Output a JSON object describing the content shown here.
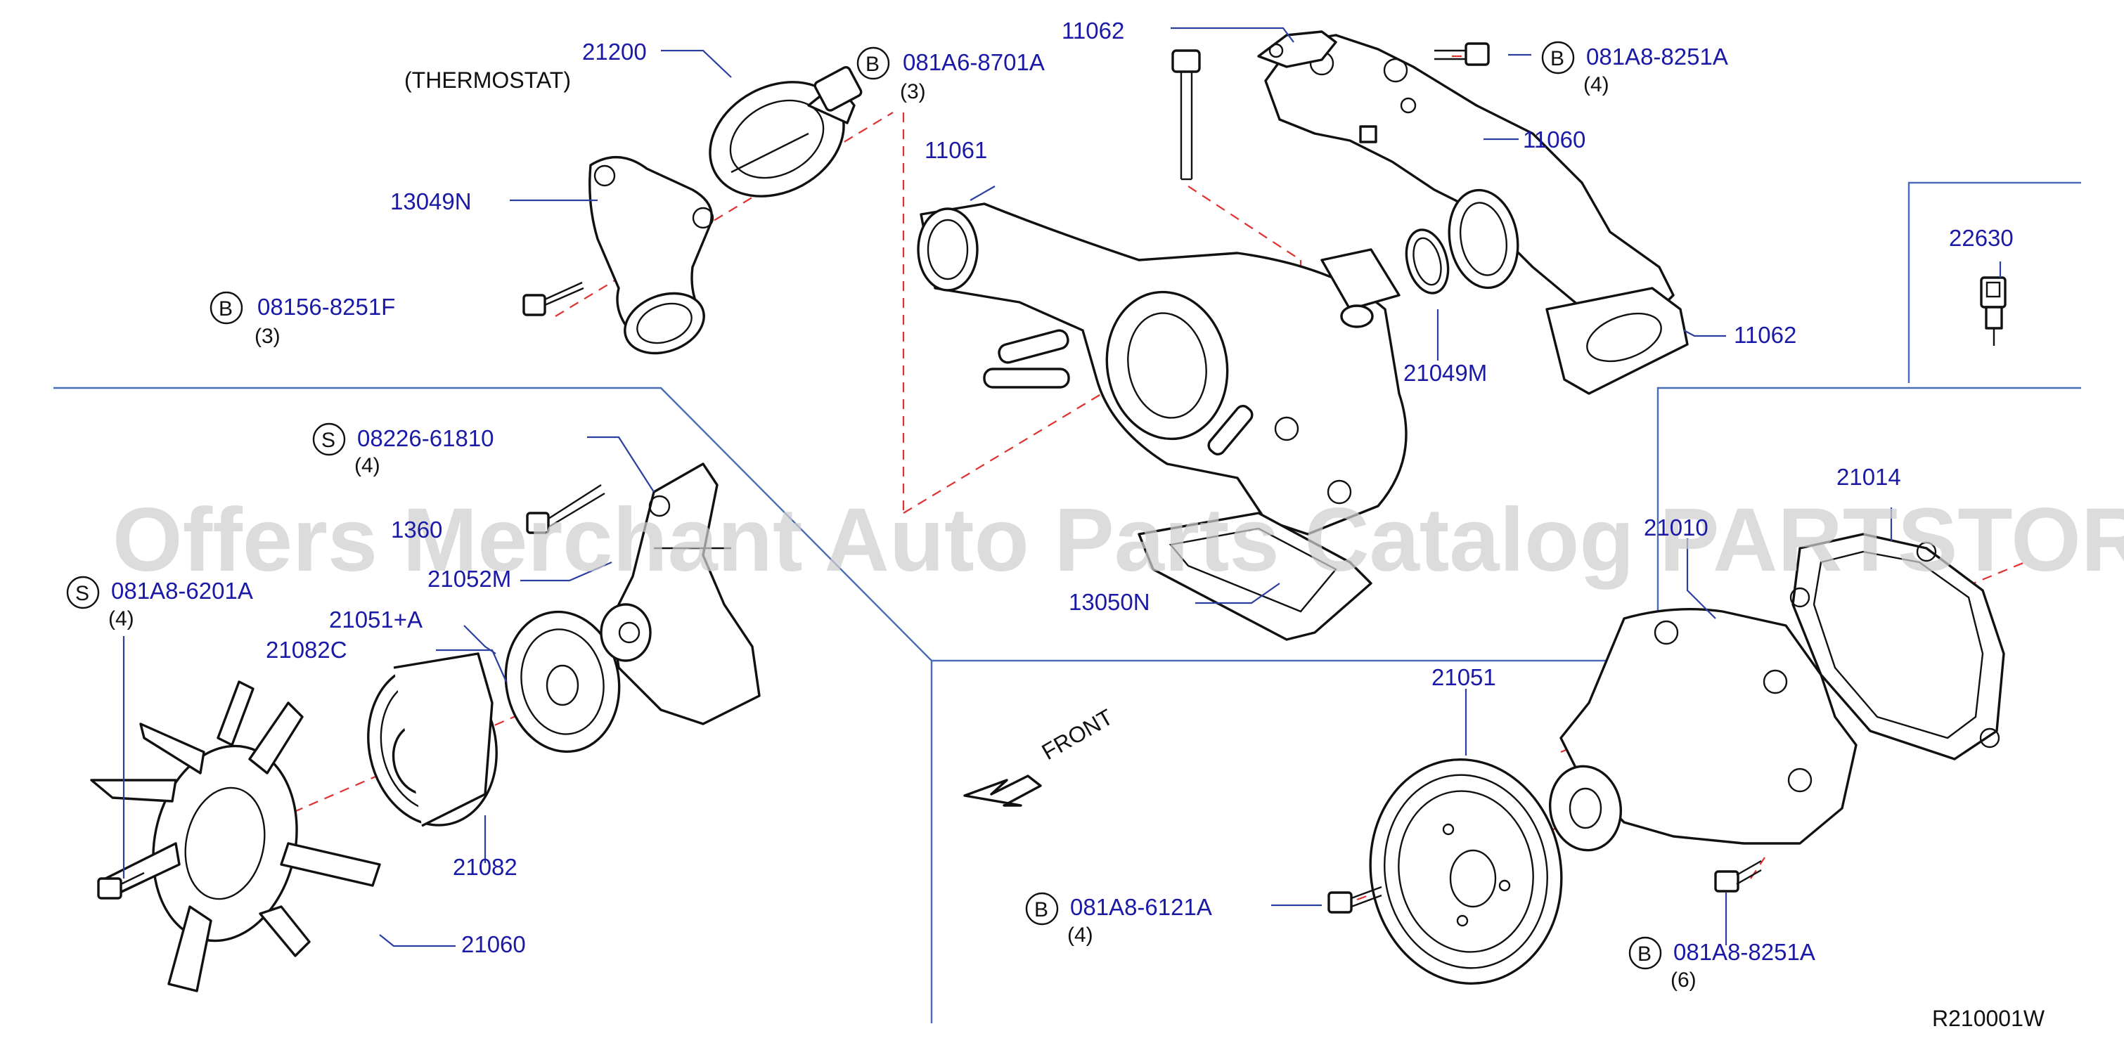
{
  "watermark": "Offers Merchant Auto Parts Catalog PARTSTORE.SA",
  "diagram_code": "R210001W",
  "front_label": "FRONT",
  "thermostat_caption": "(THERMOSTAT)",
  "callouts": [
    {
      "id": "21200",
      "number": "21200"
    },
    {
      "id": "081A6-8701A",
      "prefix": "B",
      "number": "081A6-8701A",
      "qty": "(3)"
    },
    {
      "id": "11062-top",
      "number": "11062"
    },
    {
      "id": "081A8-8251A-top",
      "prefix": "B",
      "number": "081A8-8251A",
      "qty": "(4)"
    },
    {
      "id": "11060",
      "number": "11060"
    },
    {
      "id": "11061",
      "number": "11061"
    },
    {
      "id": "13049N",
      "number": "13049N"
    },
    {
      "id": "08156-8251F",
      "prefix": "B",
      "number": "08156-8251F",
      "qty": "(3)"
    },
    {
      "id": "22630",
      "number": "22630"
    },
    {
      "id": "11062-right",
      "number": "11062"
    },
    {
      "id": "21049M",
      "number": "21049M"
    },
    {
      "id": "08226-61810",
      "prefix": "S",
      "number": "08226-61810",
      "qty": "(4)"
    },
    {
      "id": "1360-partial",
      "number": "1360"
    },
    {
      "id": "21052M",
      "number": "21052M"
    },
    {
      "id": "081A8-6201A",
      "prefix": "S",
      "number": "081A8-6201A",
      "qty": "(4)"
    },
    {
      "id": "21051+A",
      "number": "21051+A"
    },
    {
      "id": "21082C",
      "number": "21082C"
    },
    {
      "id": "21082",
      "number": "21082"
    },
    {
      "id": "21060",
      "number": "21060"
    },
    {
      "id": "13050N",
      "number": "13050N"
    },
    {
      "id": "21014",
      "number": "21014"
    },
    {
      "id": "21010",
      "number": "21010"
    },
    {
      "id": "21051",
      "number": "21051"
    },
    {
      "id": "081A8-6121A",
      "prefix": "B",
      "number": "081A8-6121A",
      "qty": "(4)"
    },
    {
      "id": "081A8-8251A-bottom",
      "prefix": "B",
      "number": "081A8-8251A",
      "qty": "(6)"
    }
  ]
}
